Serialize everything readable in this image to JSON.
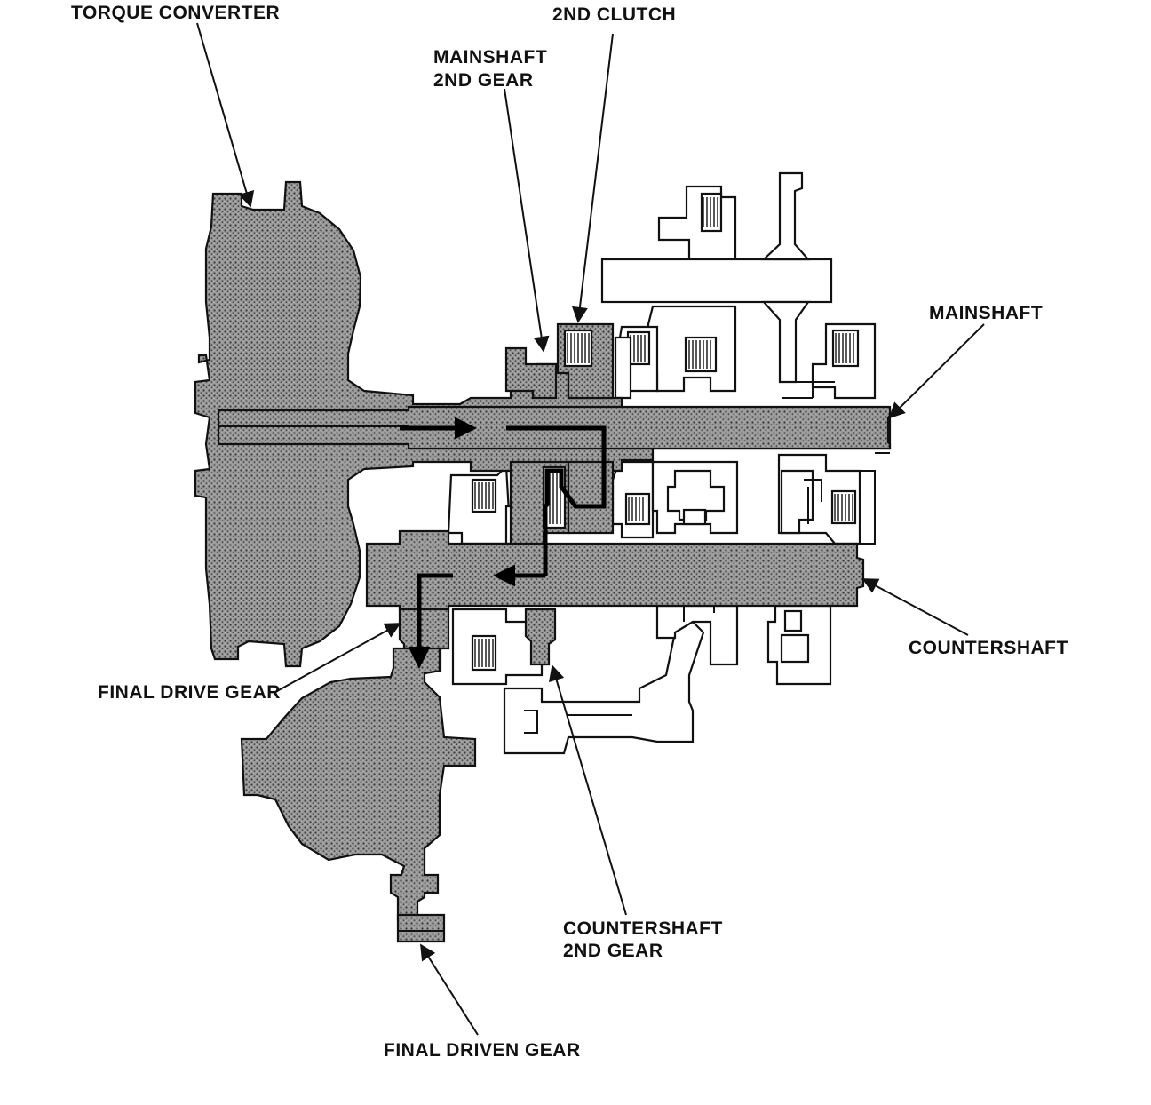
{
  "labels": {
    "torque_converter": "TORQUE CONVERTER",
    "second_clutch": "2ND CLUTCH",
    "mainshaft_2nd_gear_line1": "MAINSHAFT",
    "mainshaft_2nd_gear_line2": "2ND GEAR",
    "mainshaft": "MAINSHAFT",
    "countershaft": "COUNTERSHAFT",
    "final_drive_gear": "FINAL DRIVE GEAR",
    "countershaft_2nd_gear_line1": "COUNTERSHAFT",
    "countershaft_2nd_gear_line2": "2ND GEAR",
    "final_driven_gear": "FINAL DRIVEN GEAR"
  },
  "colors": {
    "ink": "#111111",
    "shaded_component": "#8a8a8a",
    "background": "#ffffff"
  }
}
